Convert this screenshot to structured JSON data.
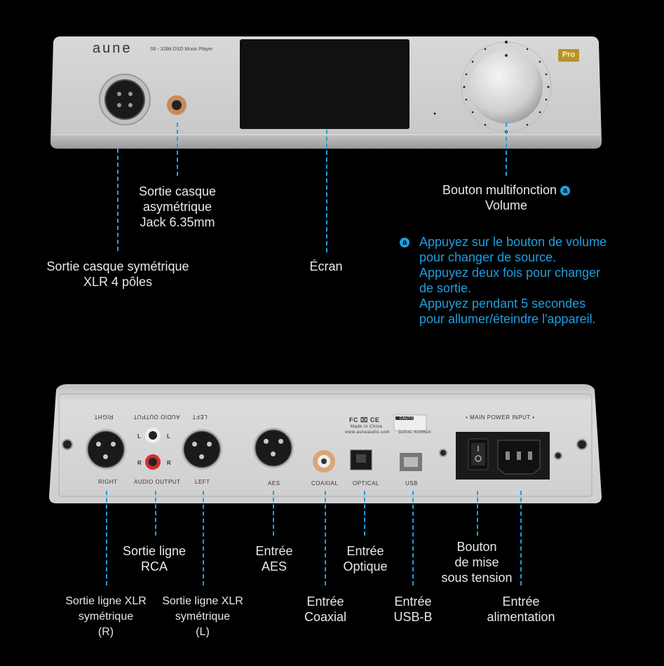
{
  "front_panel": {
    "brand": "aune",
    "model": "S6 - 32Bit DSD Music Player",
    "badge": "Pro"
  },
  "front_labels": {
    "jack": [
      "Sortie casque",
      "asymétrique",
      "Jack 6.35mm"
    ],
    "xlr": [
      "Sortie casque symétrique",
      "XLR 4 pôles"
    ],
    "screen": [
      "Écran"
    ],
    "knob": [
      "Bouton multifonction",
      "Volume"
    ],
    "knob_marker": "a"
  },
  "note": {
    "marker": "a",
    "lines": [
      "Appuyez sur le bouton de volume",
      "pour changer de source.",
      "Appuyez deux fois pour changer",
      "de sortie.",
      "Appuyez pendant 5 secondes",
      "pour allumer/éteindre l'appareil."
    ]
  },
  "rear_panel": {
    "right": "RIGHT",
    "left": "LEFT",
    "audio_output": "AUDIO OUTPUT",
    "audio_output_mirror": "AUDIO OUTPUT",
    "right_mirror": "RIGHT",
    "left_mirror": "LEFT",
    "rca_l": "L",
    "rca_r": "R",
    "aes": "AES",
    "coaxial": "COAXIAL",
    "optical": "OPTICAL",
    "usb": "USB",
    "made_in": "Made in China",
    "website": "www.auneaudio.com",
    "certs": "FC  ⌧  CE",
    "caution": "CAUTION",
    "serial": "SERIAL NUMBER",
    "power": "• MAIN POWER INPUT •"
  },
  "rear_labels": {
    "rca": [
      "Sortie ligne",
      "RCA"
    ],
    "xlr_r": [
      "Sortie ligne XLR",
      "symétrique",
      "(R)"
    ],
    "xlr_l": [
      "Sortie ligne XLR",
      "symétrique",
      "(L)"
    ],
    "aes": [
      "Entrée",
      "AES"
    ],
    "coaxial": [
      "Entrée",
      "Coaxial"
    ],
    "optical": [
      "Entrée",
      "Optique"
    ],
    "usb": [
      "Entrée",
      "USB-B"
    ],
    "power_button": [
      "Bouton",
      "de mise",
      "sous tension"
    ],
    "power_input": [
      "Entrée",
      "alimentation"
    ]
  }
}
